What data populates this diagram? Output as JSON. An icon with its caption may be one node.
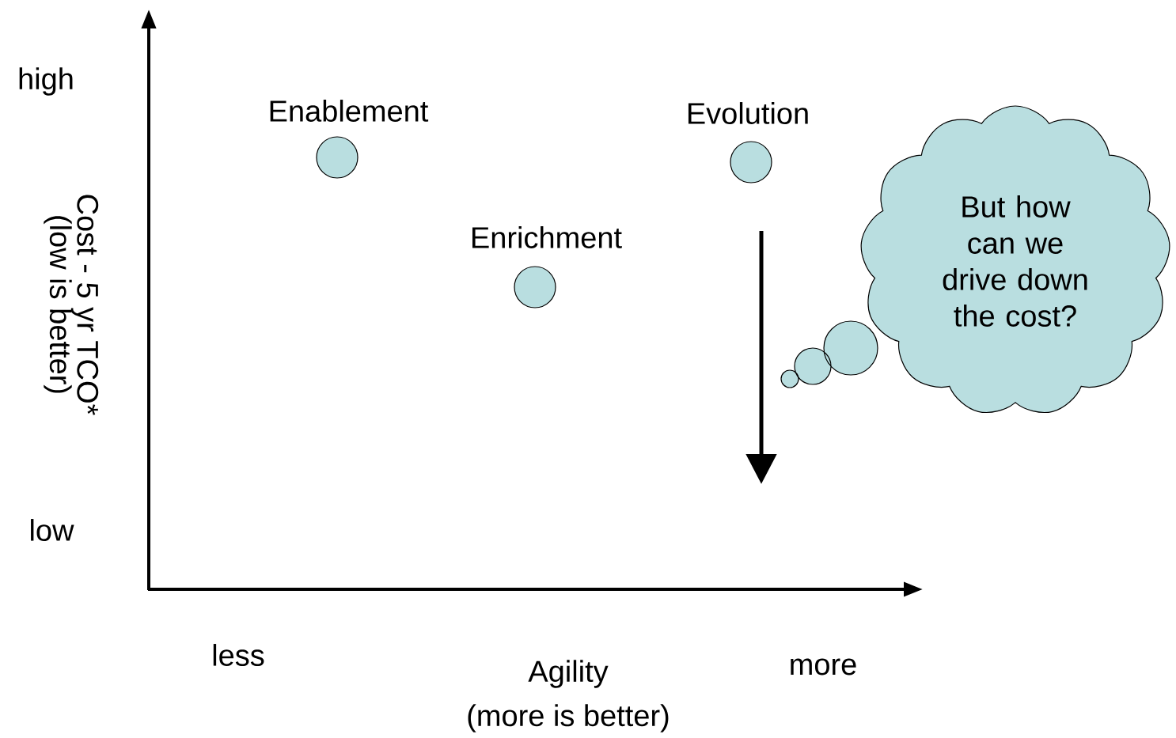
{
  "diagram": {
    "nodes": [
      {
        "text": [
          "Enablement"
        ]
      },
      {
        "text": [
          "Evolution"
        ]
      },
      {
        "text": [
          "Enrichment"
        ]
      },
      {
        "text": [
          "But how can we drive down the cost?"
        ]
      }
    ],
    "labels": [
      "high",
      "Cost - 5 yr TCO*",
      "(low is better)",
      "low",
      "less",
      "Agility",
      "(more is better)",
      "more"
    ]
  }
}
